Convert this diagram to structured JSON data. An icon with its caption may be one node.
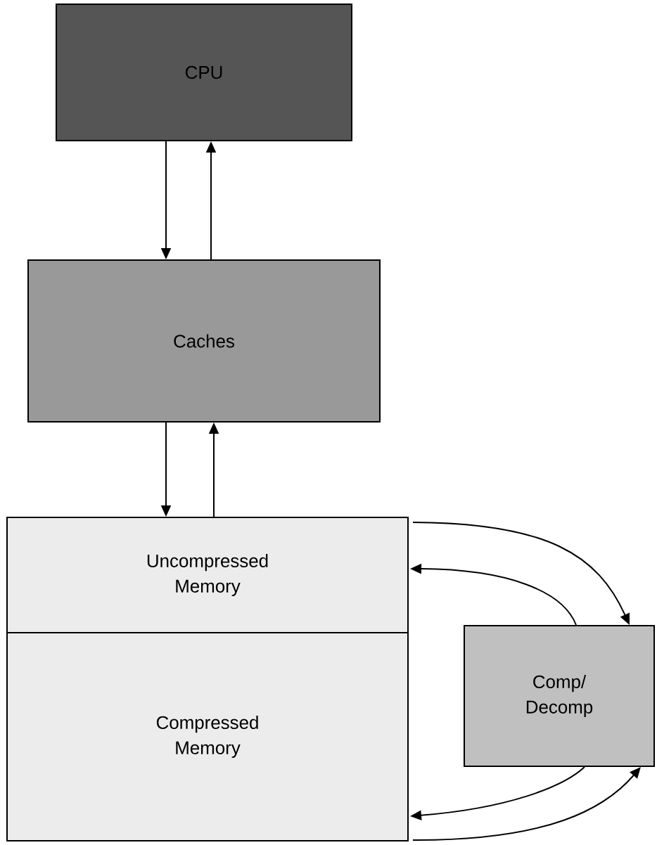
{
  "diagram": {
    "nodes": [
      {
        "text": [
          "CPU"
        ]
      },
      {
        "text": [
          "Caches"
        ]
      },
      {
        "text": [
          "Uncompressed Memory"
        ]
      },
      {
        "text": [
          "Compressed Memory"
        ]
      },
      {
        "text": [
          "Comp/ Decomp"
        ]
      }
    ],
    "edges": [
      {
        "from": 0,
        "to": 1,
        "arrow": "to"
      },
      {
        "from": 1,
        "to": 0,
        "arrow": "to"
      },
      {
        "from": 1,
        "to": 2,
        "arrow": "to"
      },
      {
        "from": 2,
        "to": 1,
        "arrow": "to"
      },
      {
        "from": 2,
        "to": 4,
        "arrow": "to"
      },
      {
        "from": 4,
        "to": 2,
        "arrow": "to"
      },
      {
        "from": 4,
        "to": 3,
        "arrow": "to"
      },
      {
        "from": 3,
        "to": 4,
        "arrow": "to"
      }
    ]
  }
}
